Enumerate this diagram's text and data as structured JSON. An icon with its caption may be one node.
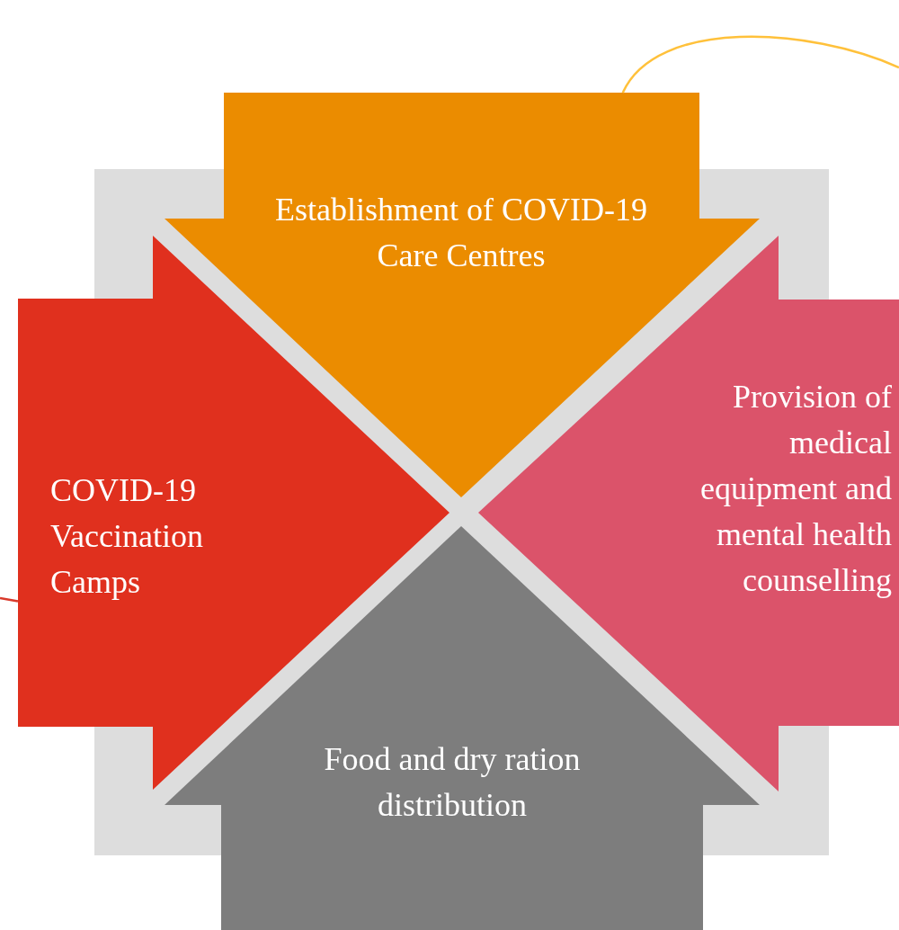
{
  "diagram": {
    "nodes": [
      {
        "text": [
          "Establishment of COVID-19 Care Centres"
        ]
      },
      {
        "text": [
          "COVID-19 Vaccination Camps"
        ]
      },
      {
        "text": [
          "Provision of medical equipment and mental health counselling"
        ]
      },
      {
        "text": [
          "Food and dry ration distribution"
        ]
      }
    ],
    "edges": [
      {
        "from": null,
        "to": 0,
        "arrow": "none",
        "color": "#ffc13b"
      },
      {
        "from": null,
        "to": 1,
        "arrow": "none",
        "color": "#d93a2b"
      }
    ]
  }
}
